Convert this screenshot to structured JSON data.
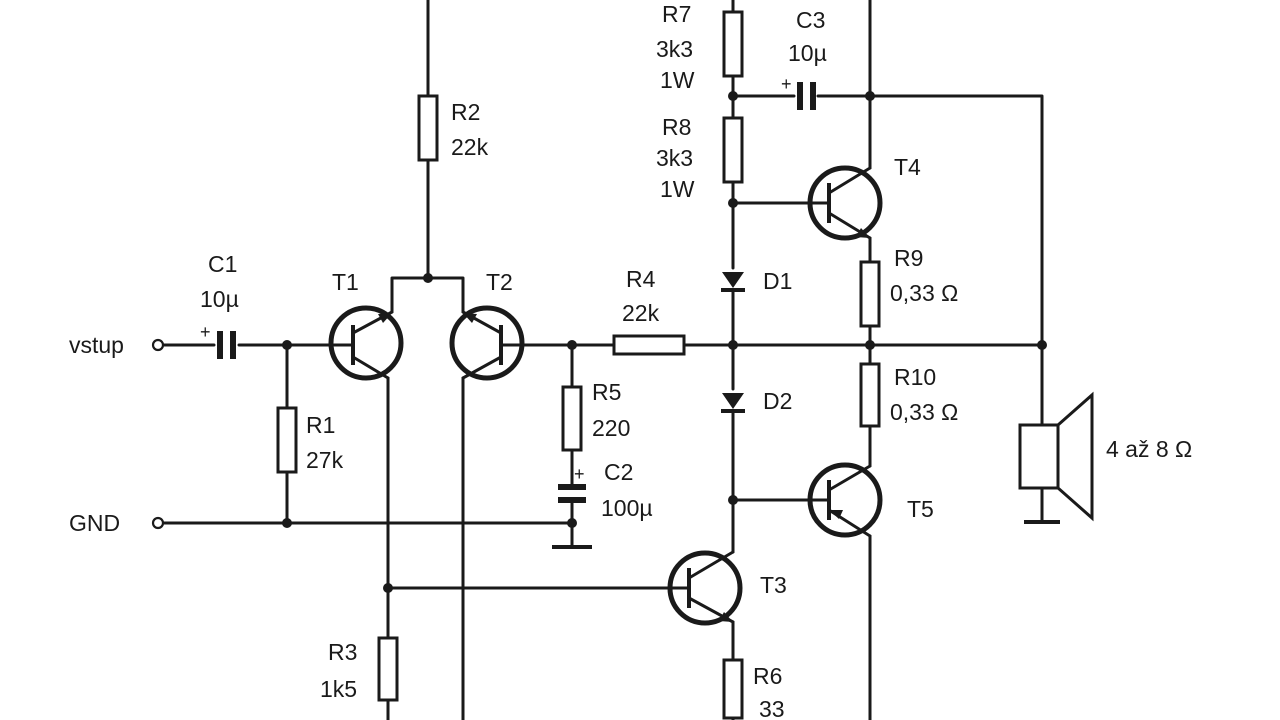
{
  "terminals": {
    "input": "vstup",
    "ground": "GND"
  },
  "components": {
    "R1": {
      "name": "R1",
      "value": "27k"
    },
    "R2": {
      "name": "R2",
      "value": "22k"
    },
    "R3": {
      "name": "R3",
      "value": "1k5"
    },
    "R4": {
      "name": "R4",
      "value": "22k"
    },
    "R5": {
      "name": "R5",
      "value": "220"
    },
    "R6": {
      "name": "R6",
      "value": "33"
    },
    "R7": {
      "name": "R7",
      "value": "3k3",
      "power": "1W"
    },
    "R8": {
      "name": "R8",
      "value": "3k3",
      "power": "1W"
    },
    "R9": {
      "name": "R9",
      "value": "0,33 Ω"
    },
    "R10": {
      "name": "R10",
      "value": "0,33 Ω"
    },
    "C1": {
      "name": "C1",
      "value": "10µ"
    },
    "C2": {
      "name": "C2",
      "value": "100µ"
    },
    "C3": {
      "name": "C3",
      "value": "10µ"
    },
    "T1": {
      "name": "T1"
    },
    "T2": {
      "name": "T2"
    },
    "T3": {
      "name": "T3"
    },
    "T4": {
      "name": "T4"
    },
    "T5": {
      "name": "T5"
    },
    "D1": {
      "name": "D1"
    },
    "D2": {
      "name": "D2"
    },
    "speaker": {
      "value": "4 až 8 Ω"
    }
  },
  "polarity_mark": "+"
}
